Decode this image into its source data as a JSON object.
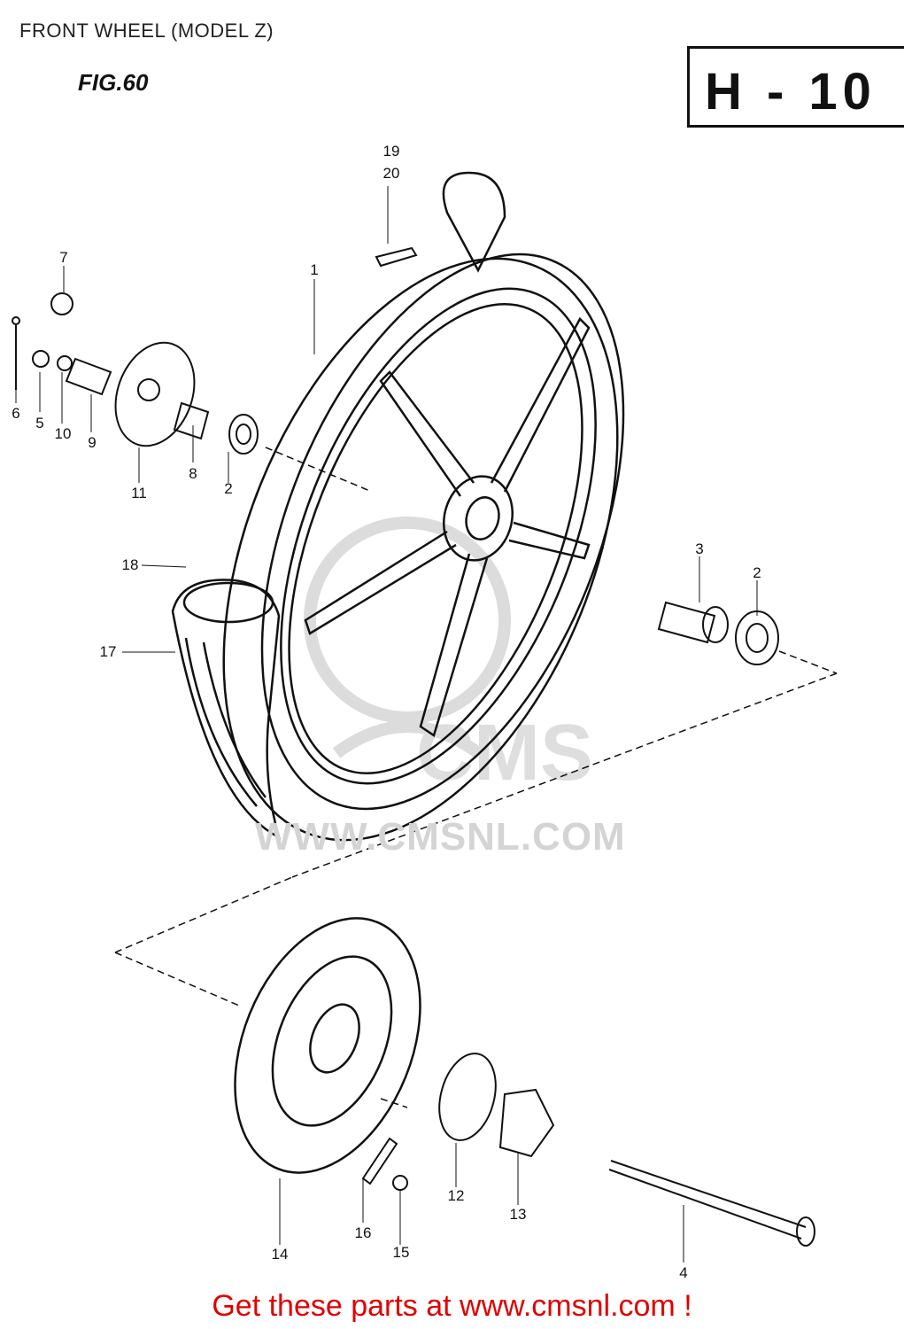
{
  "page": {
    "title": "FRONT WHEEL (MODEL Z)",
    "figure": "FIG.60",
    "code": "H - 10"
  },
  "watermark": {
    "text": "WWW.CMSNL.COM",
    "logo": "CMS"
  },
  "callouts": [
    "1",
    "2",
    "2",
    "3",
    "4",
    "5",
    "6",
    "7",
    "8",
    "9",
    "10",
    "11",
    "12",
    "13",
    "14",
    "15",
    "16",
    "17",
    "18",
    "19",
    "20"
  ],
  "footer": {
    "text": "Get these parts at www.cmsnl.com !"
  }
}
